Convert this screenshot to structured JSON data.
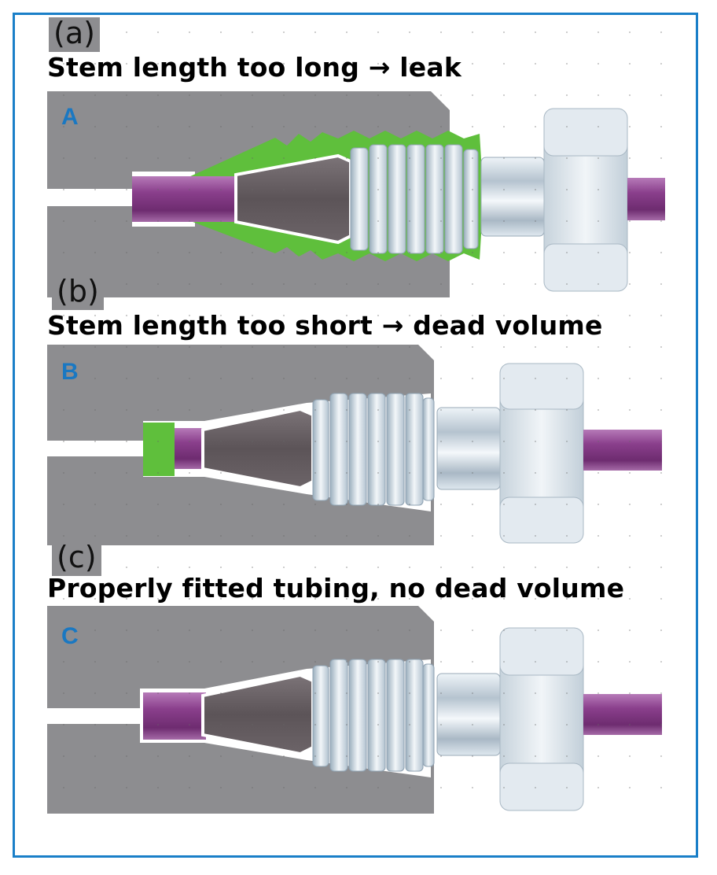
{
  "panels": [
    {
      "tag": "(a)",
      "caption": "Stem length too long → leak",
      "letter": "A"
    },
    {
      "tag": "(b)",
      "caption": "Stem length too short → dead volume",
      "letter": "B"
    },
    {
      "tag": "(c)",
      "caption": "Properly fitted tubing, no dead volume",
      "letter": "C"
    }
  ],
  "colors": {
    "frame": "#1a7fc8",
    "block": "#8d8d90",
    "tubing": "#8a3f8c",
    "ferrule": "#5a5458",
    "leak": "#5fbf3c",
    "metal": "#d6e1ea",
    "letter": "#1a78c2"
  }
}
